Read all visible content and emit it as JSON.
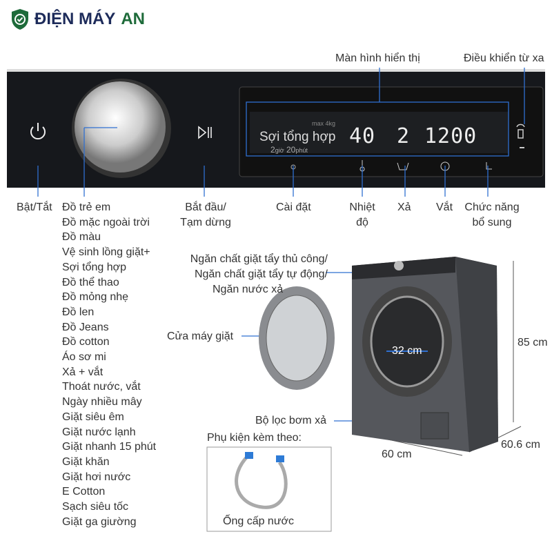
{
  "brand": {
    "name_main": "ĐIỆN MÁY",
    "name_accent": "AN"
  },
  "display": {
    "program": "Sợi tổng hợp",
    "max_load": "max 4kg",
    "time_hours": "2",
    "time_h_unit": "giờ",
    "time_minutes": "20",
    "time_m_unit": "phút",
    "temperature": "40",
    "rinse": "2",
    "spin": "1200"
  },
  "callouts": {
    "screen": "Màn hình hiển thị",
    "remote": "Điều khiển từ xa",
    "power": "Bật/Tắt",
    "start_1": "Bắt đầu/",
    "start_2": "Tạm dừng",
    "settings": "Cài đặt",
    "temp_1": "Nhiệt",
    "temp_2": "độ",
    "rinse": "Xả",
    "spin": "Vắt",
    "extra_1": "Chức năng",
    "extra_2": "bổ sung",
    "drawer_1": "Ngăn chất giặt tẩy thủ công/",
    "drawer_2": "Ngăn chất giặt tẩy tự động/",
    "drawer_3": "Ngăn nước xả",
    "door": "Cửa máy giặt",
    "drum": "32 cm",
    "filter": "Bộ lọc bơm xả",
    "height": "85 cm",
    "width": "60 cm",
    "depth": "60.6 cm",
    "accessories_title": "Phụ kiện kèm theo:",
    "accessory": "Ống cấp nước"
  },
  "programs": [
    "Đồ trẻ em",
    "Đồ mặc ngoài trời",
    "Đồ màu",
    "Vệ sinh lồng giặt+",
    "Sợi tổng hợp",
    "Đồ thể thao",
    "Đồ mỏng nhẹ",
    "Đồ len",
    "Đồ Jeans",
    "Đồ cotton",
    "Áo sơ mi",
    "Xả + vắt",
    "Thoát nước, vắt",
    "Ngày nhiều mây",
    "Giặt siêu êm",
    "Giặt nước lạnh",
    "Giặt nhanh 15 phút",
    "Giặt khăn",
    "Giặt hơi nước",
    "E Cotton",
    "Sạch siêu tốc",
    "Giặt ga giường"
  ],
  "colors": {
    "line": "#2f6fd1",
    "panel": "#16181c",
    "brand": "#1d2b5a",
    "accent": "#1e6b3a"
  }
}
